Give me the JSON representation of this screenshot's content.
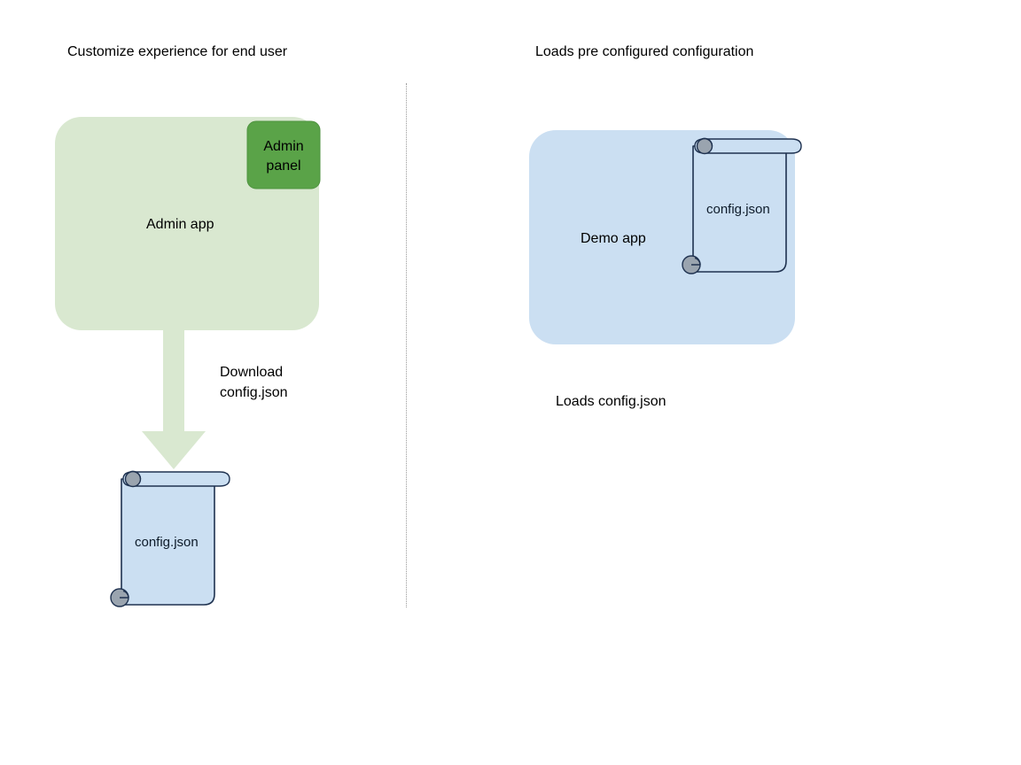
{
  "diagram": {
    "title_left": "Customize experience for end user",
    "title_right": "Loads pre configured configuration",
    "left_panel": {
      "app_box_label": "Admin app",
      "admin_panel_label": "Admin\npanel",
      "admin_panel_line1": "Admin",
      "admin_panel_line2": "panel",
      "arrow_label_line1": "Download",
      "arrow_label_line2": "config.json",
      "document_label": "config.json",
      "colors": {
        "app_box_fill": "#d9e8d0",
        "admin_panel_fill": "#5aa348",
        "arrow_fill": "#d9e8d0",
        "document_fill": "#cbdff2",
        "document_stroke": "#1f3250",
        "roll_fill": "#9aa4af"
      }
    },
    "right_panel": {
      "app_box_label": "Demo app",
      "document_label": "config.json",
      "caption": "Loads config.json",
      "colors": {
        "app_box_fill": "#cbdff2",
        "document_fill": "#cbdff2",
        "document_stroke": "#1f3250",
        "roll_fill": "#9aa4af"
      }
    },
    "divider": {
      "style": "dotted",
      "color": "#9a9a9a"
    }
  }
}
